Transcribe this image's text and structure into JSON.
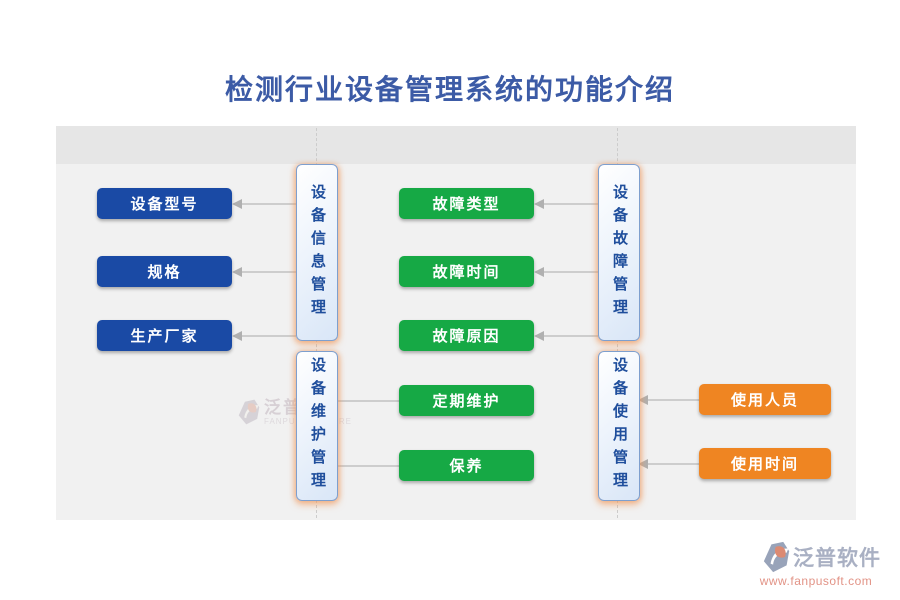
{
  "title": "检测行业设备管理系统的功能介绍",
  "colors": {
    "item_blue": "#1a4aa5",
    "item_green": "#16a945",
    "item_orange": "#ef8522",
    "panel_border": "#7e9fce",
    "panel_text": "#1f4e9c",
    "title_text": "#3c5ba6",
    "header_band": "#e6e6e6",
    "canvas_bg": "#f1f1f1",
    "connector": "#cdcdcd"
  },
  "diagram": {
    "groups": [
      {
        "id": "info",
        "label": "设备信息管理",
        "items": [
          "设备型号",
          "规格",
          "生产厂家"
        ]
      },
      {
        "id": "maintain",
        "label": "设备维护管理",
        "items": [
          "定期维护",
          "保养"
        ]
      },
      {
        "id": "fault",
        "label": "设备故障管理",
        "items": [
          "故障类型",
          "故障时间",
          "故障原因"
        ]
      },
      {
        "id": "use",
        "label": "设备使用管理",
        "items": [
          "使用人员",
          "使用时间"
        ]
      }
    ]
  },
  "watermark": {
    "brand": "泛普软件",
    "brand_en": "FANPU SOFTWARE",
    "url": "www.fanpusoft.com"
  }
}
